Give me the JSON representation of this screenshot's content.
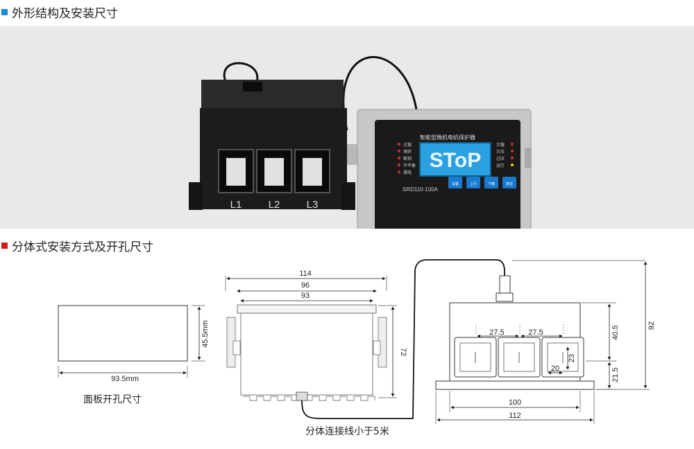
{
  "section1": {
    "title": "外形结构及安装尺寸",
    "marker_color": "#1a8ad4"
  },
  "section2": {
    "title": "分体式安装方式及开孔尺寸",
    "marker_color": "#d01a1a"
  },
  "device": {
    "phases": [
      "L1",
      "L2",
      "L3"
    ],
    "panel_title": "智能型微机电机保护器",
    "left_indicators": [
      "过载",
      "堵转",
      "断相",
      "不平衡",
      "漏电"
    ],
    "right_indicators": [
      "欠载",
      "欠压",
      "过压",
      "运行"
    ],
    "display_text": "SToP",
    "model": "SRD110-100A",
    "buttons": [
      "设置",
      "上行",
      "下移",
      "复位"
    ]
  },
  "cutout": {
    "width_label": "93.5mm",
    "height_label": "45.5mm",
    "caption": "面板开孔尺寸"
  },
  "side_view": {
    "dim_114": "114",
    "dim_96": "96",
    "dim_93": "93",
    "dim_72": "72"
  },
  "ct_view": {
    "dim_275a": "27.5",
    "dim_275b": "27.5",
    "dim_405": "40.5",
    "dim_92": "92",
    "dim_23": "23",
    "dim_20": "20",
    "dim_215": "21.5",
    "dim_100": "100",
    "dim_112": "112"
  },
  "cable_caption": "分体连接线小于5米",
  "colors": {
    "lcd": "#2aa0e0",
    "display_text": "#eaf6ff",
    "panel_bg": "#e9e9e9",
    "ct_body": "#1c1c1c"
  }
}
